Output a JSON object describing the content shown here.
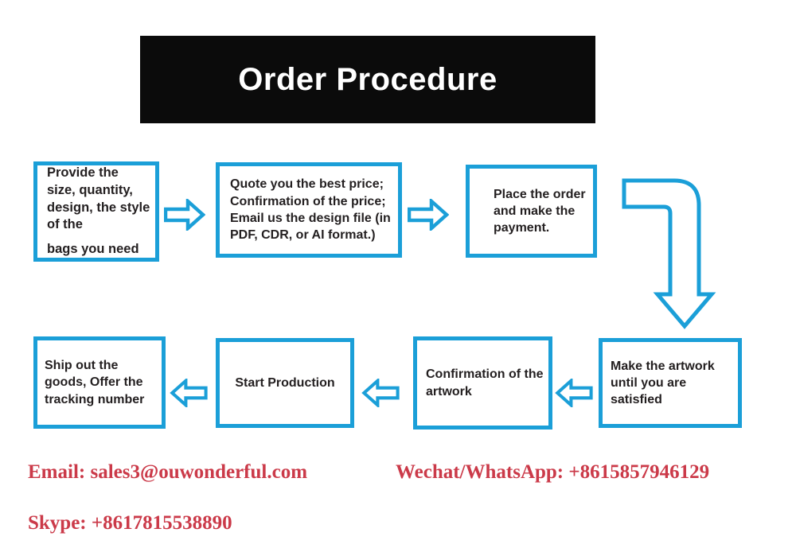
{
  "colors": {
    "accent_blue": "#1B9FD8",
    "contact_red": "#CB3A49",
    "banner_bg": "#0B0B0B",
    "banner_text": "#FFFFFF",
    "box_text": "#231F20",
    "page_bg": "#FFFFFF"
  },
  "banner": {
    "title": "Order Procedure"
  },
  "flow": {
    "steps": [
      {
        "name": "provide-details",
        "line1": "Provide the size, quantity, design, the style of the",
        "line2": "bags you need"
      },
      {
        "name": "quote-price",
        "text": "Quote you the best price; Confirmation of the price; Email us the design file (in PDF, CDR, or AI format.)"
      },
      {
        "name": "place-order",
        "text": "Place the order and make the payment."
      },
      {
        "name": "make-artwork",
        "text": "Make the artwork until you are satisfied"
      },
      {
        "name": "confirm-artwork",
        "text": "Confirmation of the artwork"
      },
      {
        "name": "start-production",
        "text": "Start Production"
      },
      {
        "name": "ship-goods",
        "text": "Ship out the goods, Offer the tracking number"
      }
    ],
    "icons": {
      "forward": "right-block-arrow",
      "backward": "left-block-arrow",
      "turn": "turn-down-block-arrow"
    }
  },
  "contacts": {
    "email": "Email: sales3@ouwonderful.com",
    "wechat_whatsapp": "Wechat/WhatsApp: +8615857946129",
    "skype": "Skype: +8617815538890"
  }
}
